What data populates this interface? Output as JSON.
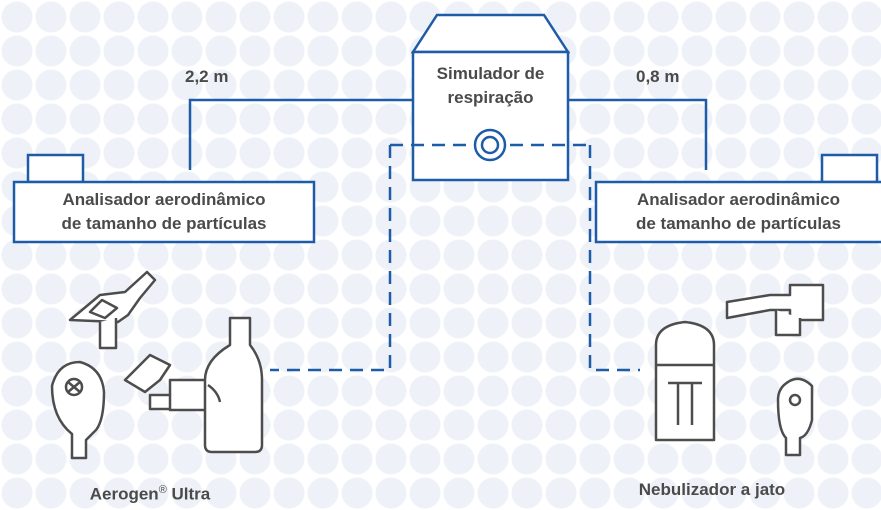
{
  "simulator": {
    "line1": "Simulador de",
    "line2": "respiração"
  },
  "distance_left": "2,2 m",
  "distance_right": "0,8 m",
  "analyzer_left": {
    "line1": "Analisador aerodinâmico",
    "line2": "de tamanho de partículas"
  },
  "analyzer_right": {
    "line1": "Analisador aerodinâmico",
    "line2": "de tamanho de partículas"
  },
  "device_left": {
    "name": "Aerogen",
    "reg": "®",
    "suffix": " Ultra"
  },
  "device_right": {
    "name": "Nebulizador a jato"
  },
  "colors": {
    "line": "#1e5ca8",
    "device": "#4d4d4d",
    "text": "#4a4a4a",
    "dots": "#eef2f8"
  }
}
